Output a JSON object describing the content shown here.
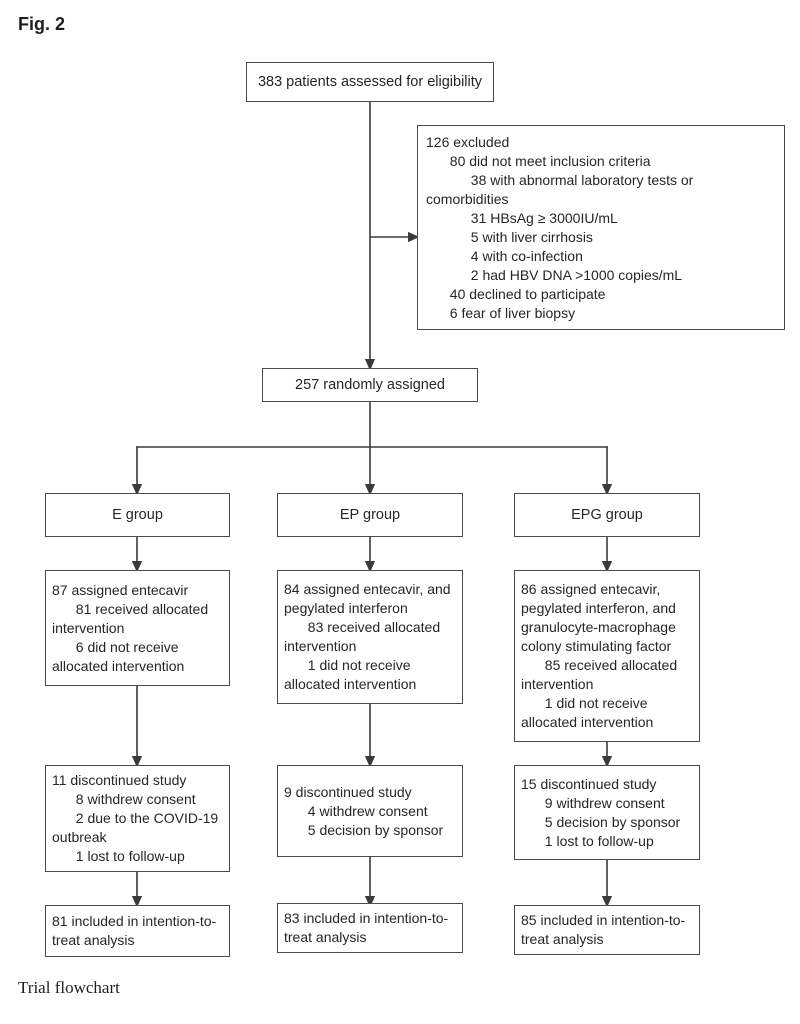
{
  "figure_label": "Fig. 2",
  "caption": "Trial flowchart",
  "flow": {
    "eligibility": "383 patients assessed for eligibility",
    "excluded": {
      "lines": [
        {
          "text": "126 excluded",
          "indent": 0
        },
        {
          "text": "80 did not meet inclusion criteria",
          "indent": 1
        },
        {
          "text": "38 with abnormal laboratory tests or comorbidities",
          "indent": 2
        },
        {
          "text": "31 HBsAg ≥ 3000IU/mL",
          "indent": 2
        },
        {
          "text": "5 with liver cirrhosis",
          "indent": 2
        },
        {
          "text": "4 with co-infection",
          "indent": 2
        },
        {
          "text": "2 had HBV DNA >1000 copies/mL",
          "indent": 2
        },
        {
          "text": "40 declined to participate",
          "indent": 1
        },
        {
          "text": "6 fear of liver biopsy",
          "indent": 1
        }
      ]
    },
    "randomized": "257 randomly assigned",
    "groups": [
      {
        "name": "E group",
        "assigned": {
          "lines": [
            {
              "text": "87 assigned entecavir",
              "indent": 0
            },
            {
              "text": "81 received allocated intervention",
              "indent": 1
            },
            {
              "text": "6 did not receive allocated intervention",
              "indent": 1
            }
          ]
        },
        "discontinued": {
          "lines": [
            {
              "text": "11 discontinued study",
              "indent": 0
            },
            {
              "text": "8 withdrew consent",
              "indent": 1
            },
            {
              "text": "2 due to the COVID-19 outbreak",
              "indent": 1
            },
            {
              "text": "1 lost to follow-up",
              "indent": 1
            }
          ]
        },
        "itt": "81 included in intention-to-treat analysis"
      },
      {
        "name": "EP group",
        "assigned": {
          "lines": [
            {
              "text": "84 assigned entecavir, and pegylated interferon",
              "indent": 0
            },
            {
              "text": "83 received allocated intervention",
              "indent": 1
            },
            {
              "text": "1 did not receive allocated intervention",
              "indent": 1
            }
          ]
        },
        "discontinued": {
          "lines": [
            {
              "text": "9 discontinued study",
              "indent": 0
            },
            {
              "text": "4 withdrew consent",
              "indent": 1
            },
            {
              "text": "5 decision by sponsor",
              "indent": 1
            }
          ]
        },
        "itt": "83 included in intention-to-treat analysis"
      },
      {
        "name": "EPG group",
        "assigned": {
          "lines": [
            {
              "text": "86 assigned entecavir, pegylated interferon, and granulocyte-macrophage colony stimulating factor",
              "indent": 0
            },
            {
              "text": "85 received allocated intervention",
              "indent": 1
            },
            {
              "text": "1 did not receive allocated intervention",
              "indent": 1
            }
          ]
        },
        "discontinued": {
          "lines": [
            {
              "text": "15 discontinued study",
              "indent": 0
            },
            {
              "text": "9 withdrew consent",
              "indent": 1
            },
            {
              "text": "5 decision by sponsor",
              "indent": 1
            },
            {
              "text": "1 lost to follow-up",
              "indent": 1
            }
          ]
        },
        "itt": "85 included in intention-to-treat analysis"
      }
    ],
    "colors": {
      "line": "#3a3a3a",
      "border": "#4a4a4a",
      "text": "#262626"
    }
  }
}
